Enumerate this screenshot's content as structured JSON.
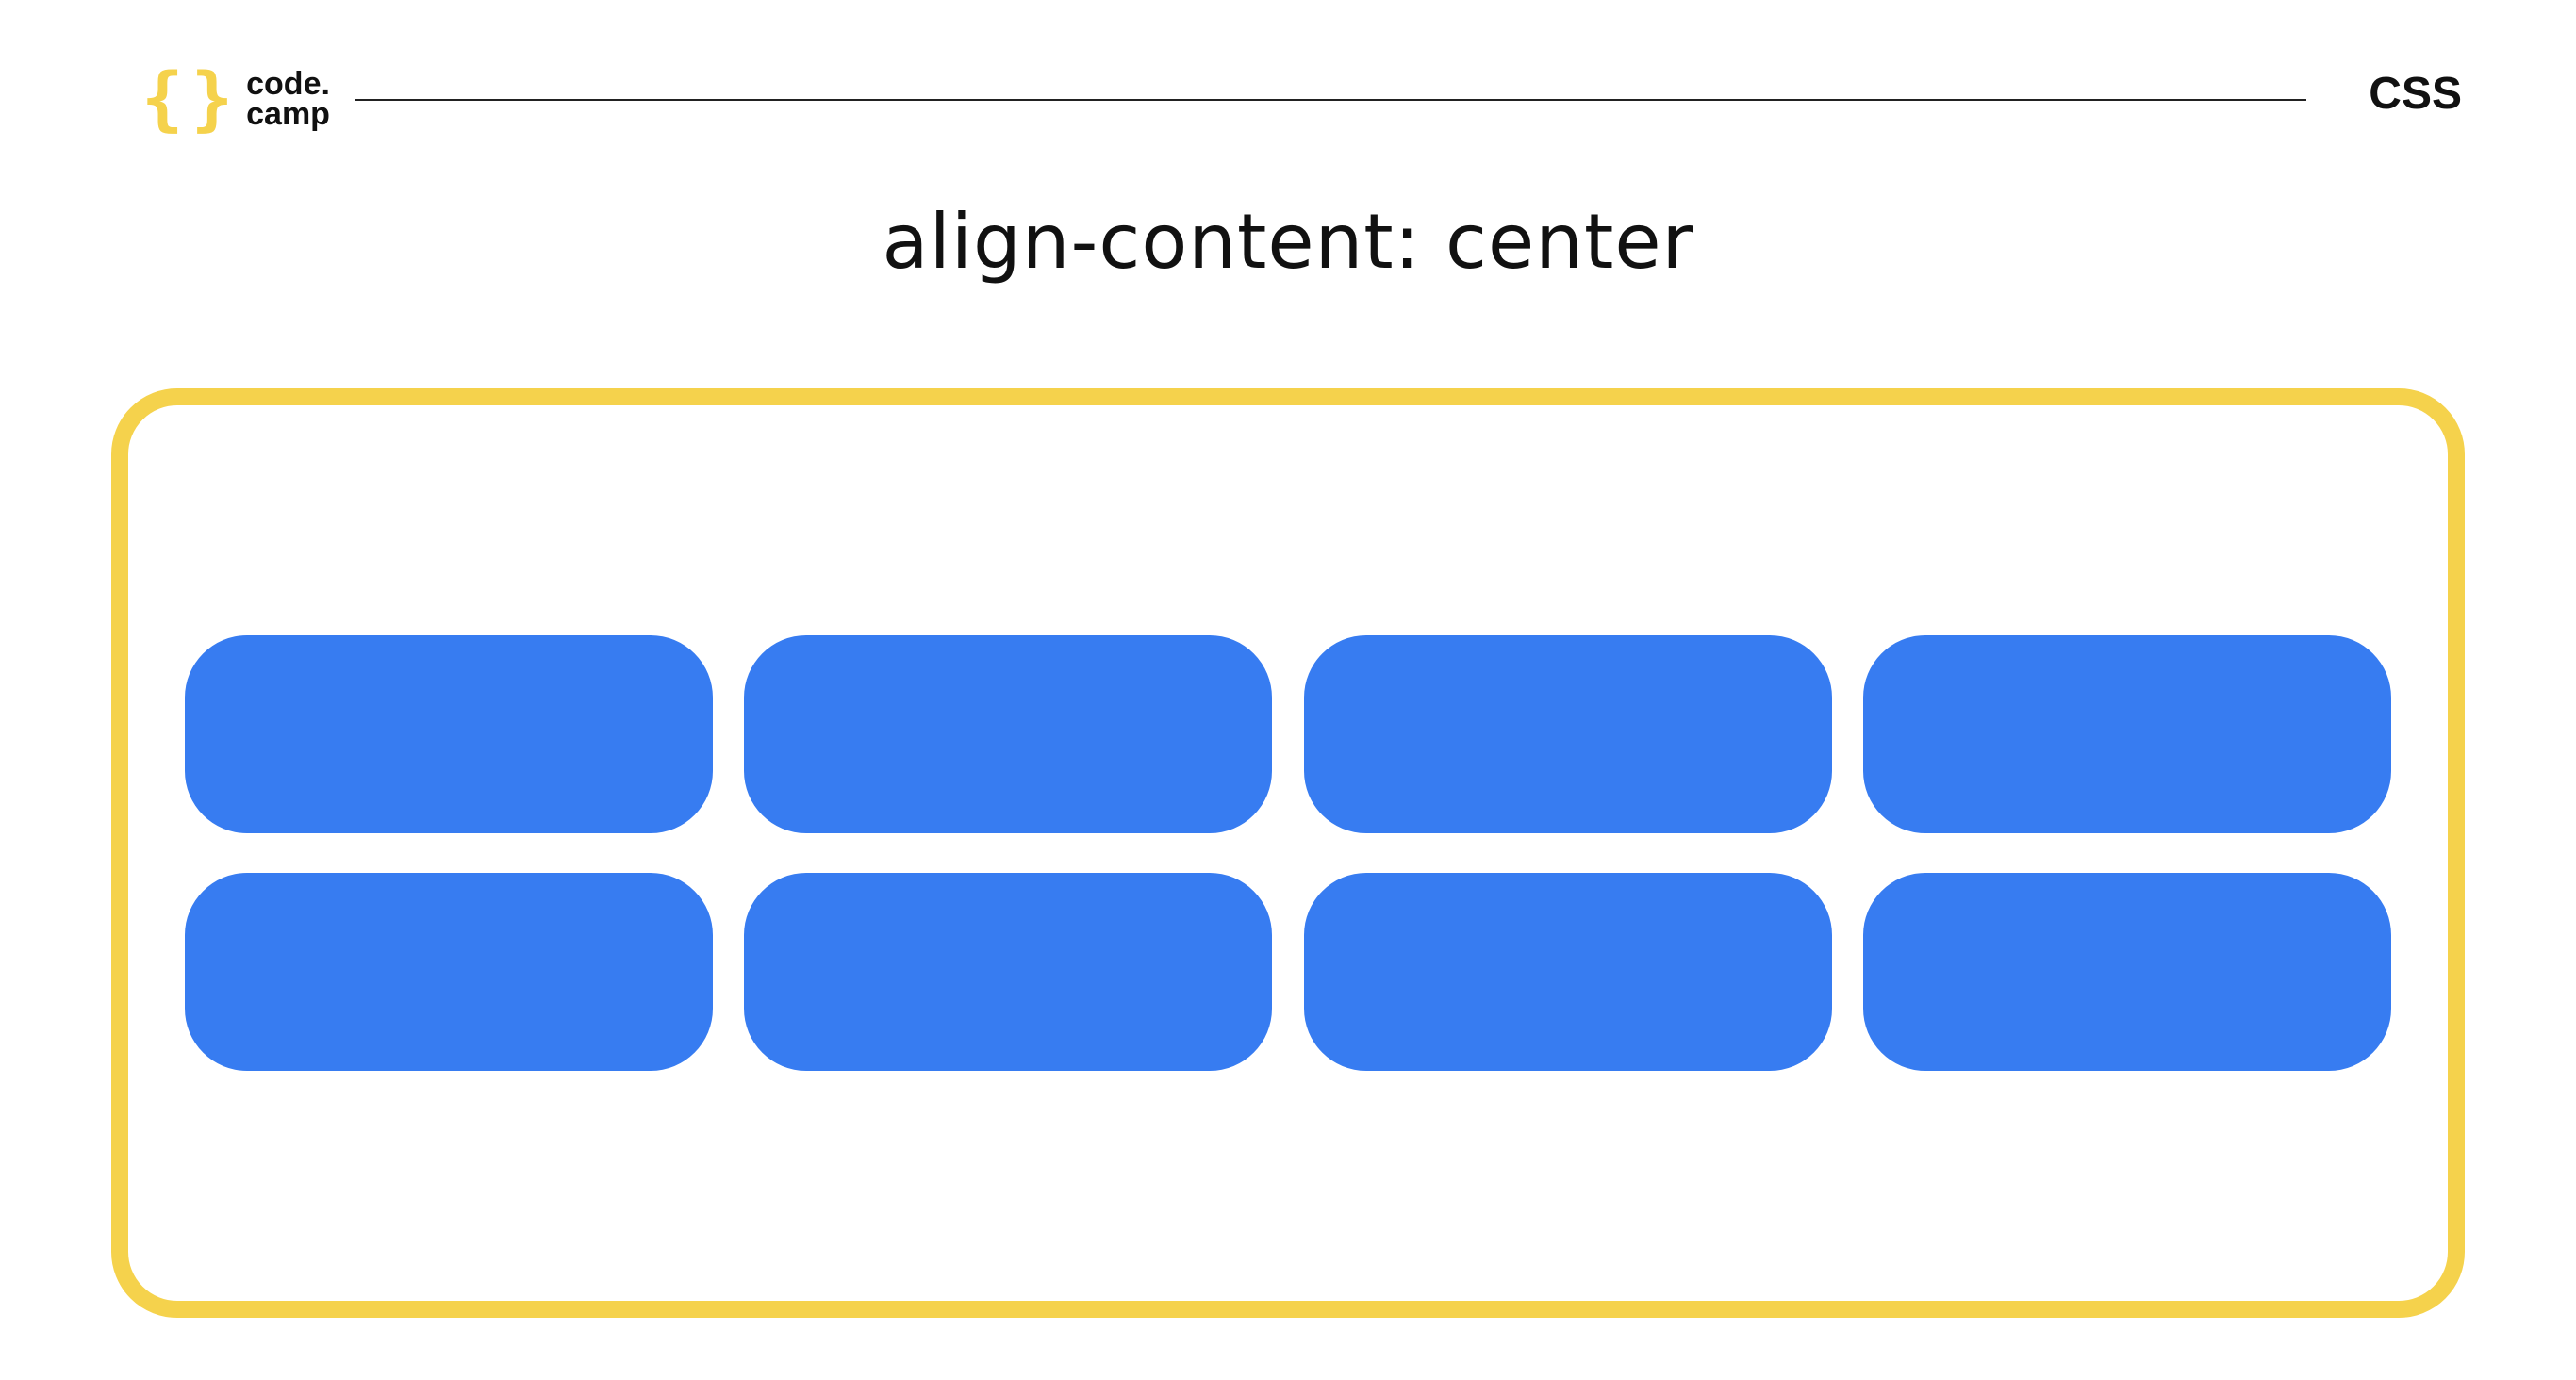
{
  "header": {
    "logo": {
      "open_bracket": "{",
      "close_bracket": "}",
      "line1": "code.",
      "line2": "camp"
    },
    "topic": "CSS"
  },
  "title": "align-content: center",
  "demo": {
    "item_count": 8,
    "colors": {
      "container_border": "#f5d24c",
      "item_fill": "#377cf1",
      "bracket_color": "#f5d24c"
    }
  }
}
